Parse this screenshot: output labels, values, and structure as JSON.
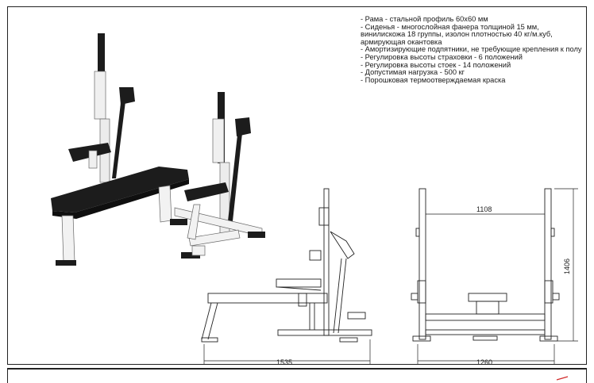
{
  "specs": [
    "- Рама - стальной профиль 60х60 мм",
    "- Сиденья - многослойная фанера толщиной 15 мм, винилискожа 18 группы, изолон плотностью 40 кг/м.куб, армирующая окантовка",
    "- Амортизирующие подпятники, не требующие крепления к полу",
    "- Регулировка высоты страховки - 6 положений",
    "- Регулировка высоты стоек - 14 положений",
    "- Допустимая нагрузка - 500 кг",
    "- Порошковая термоотверждаемая краска"
  ],
  "dimensions": {
    "front_width": "1108",
    "height": "1406",
    "side_length": "1535",
    "base_width": "1260"
  },
  "colors": {
    "frame_white": "#f2f2f2",
    "padding_black": "#1c1c1c",
    "line": "#222222",
    "accent_red": "#d22a2a"
  }
}
